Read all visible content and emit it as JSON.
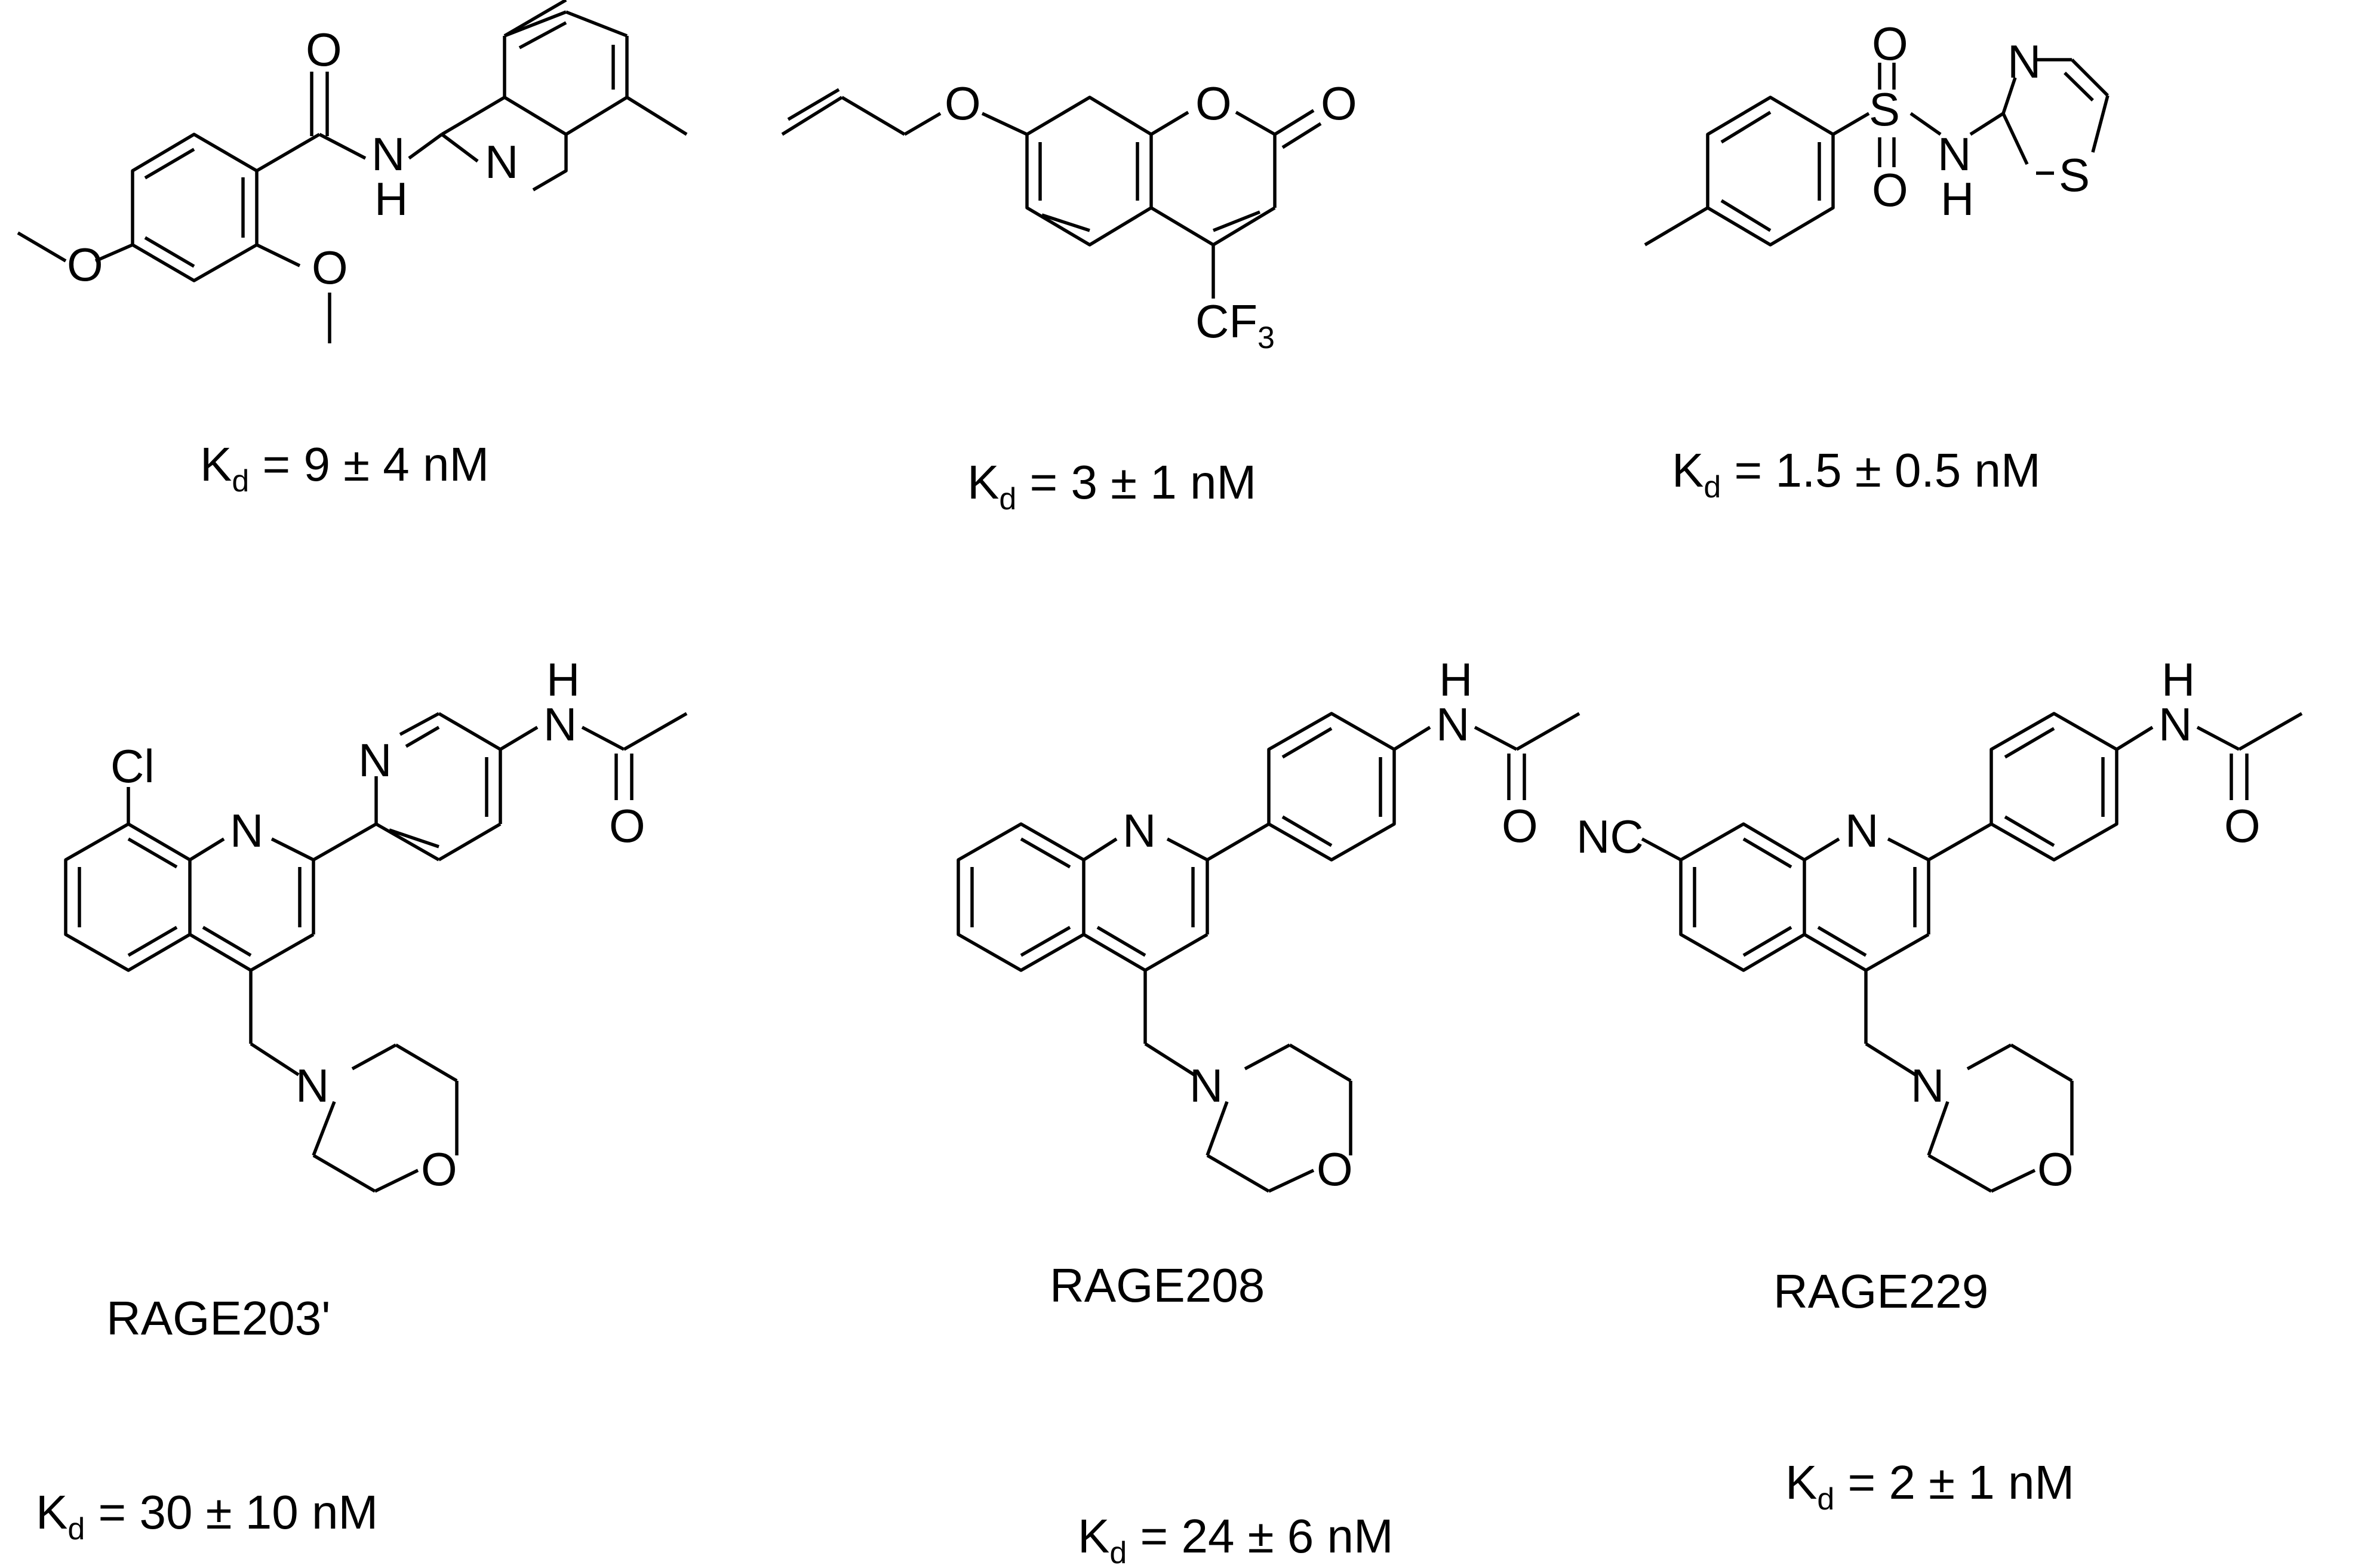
{
  "compounds": [
    {
      "kd": {
        "prefix": "K",
        "sub": "d",
        "value": " = 9 ± 4 nM"
      },
      "atoms": {
        "o_carbonyl": "O",
        "nh": "N",
        "h": "H",
        "n_pyr": "N",
        "o_ome1": "O",
        "o_ome2": "O"
      }
    },
    {
      "kd": {
        "prefix": "K",
        "sub": "d",
        "value": " = 3 ± 1 nM"
      },
      "atoms": {
        "o_ether": "O",
        "o_ring": "O",
        "o_carbonyl": "O",
        "cf3": "CF",
        "cf3_sub": "3"
      }
    },
    {
      "kd": {
        "prefix": "K",
        "sub": "d",
        "value": " = 1.5  ± 0.5 nM"
      },
      "atoms": {
        "s_sulf": "S",
        "o_top": "O",
        "o_bot": "O",
        "nh": "N",
        "h": "H",
        "n_thz": "N",
        "s_thz": "S"
      }
    },
    {
      "name": "RAGE203'",
      "kd": {
        "prefix": "K",
        "sub": "d",
        "value": " = 30 ± 10 nM"
      },
      "atoms": {
        "cl": "Cl",
        "n_quin": "N",
        "n_pyr": "N",
        "n_amide": "N",
        "h": "H",
        "o_amide": "O",
        "n_morph": "N",
        "o_morph": "O"
      }
    },
    {
      "name": "RAGE208",
      "kd": {
        "prefix": "K",
        "sub": "d",
        "value": " = 24 ± 6 nM"
      },
      "atoms": {
        "n_quin": "N",
        "n_amide": "N",
        "h": "H",
        "o_amide": "O",
        "n_morph": "N",
        "o_morph": "O"
      }
    },
    {
      "name": "RAGE229",
      "kd": {
        "prefix": "K",
        "sub": "d",
        "value": " = 2 ± 1 nM"
      },
      "atoms": {
        "nc": "NC",
        "n_quin": "N",
        "n_amide": "N",
        "h": "H",
        "o_amide": "O",
        "n_morph": "N",
        "o_morph": "O"
      }
    }
  ]
}
